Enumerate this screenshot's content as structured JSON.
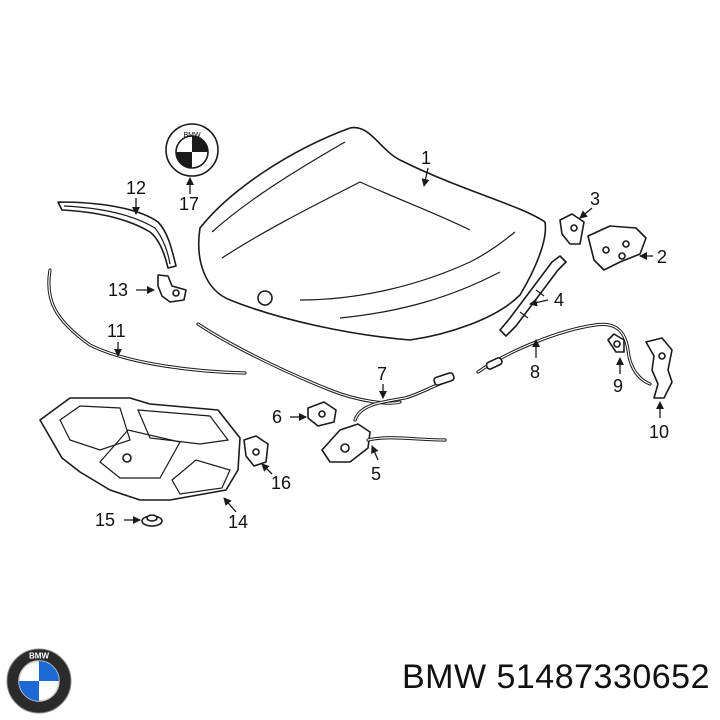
{
  "callouts": {
    "c1": "1",
    "c2": "2",
    "c3": "3",
    "c4": "4",
    "c5": "5",
    "c6": "6",
    "c7": "7",
    "c8": "8",
    "c9": "9",
    "c10": "10",
    "c11": "11",
    "c12": "12",
    "c13": "13",
    "c14": "14",
    "c15": "15",
    "c16": "16",
    "c17": "17"
  },
  "badge_text": "BMW",
  "logo_text": "BMW",
  "caption": "BMW 51487330652",
  "colors": {
    "logo_blue": "#1c69d4",
    "ink": "#1a1a1a"
  }
}
